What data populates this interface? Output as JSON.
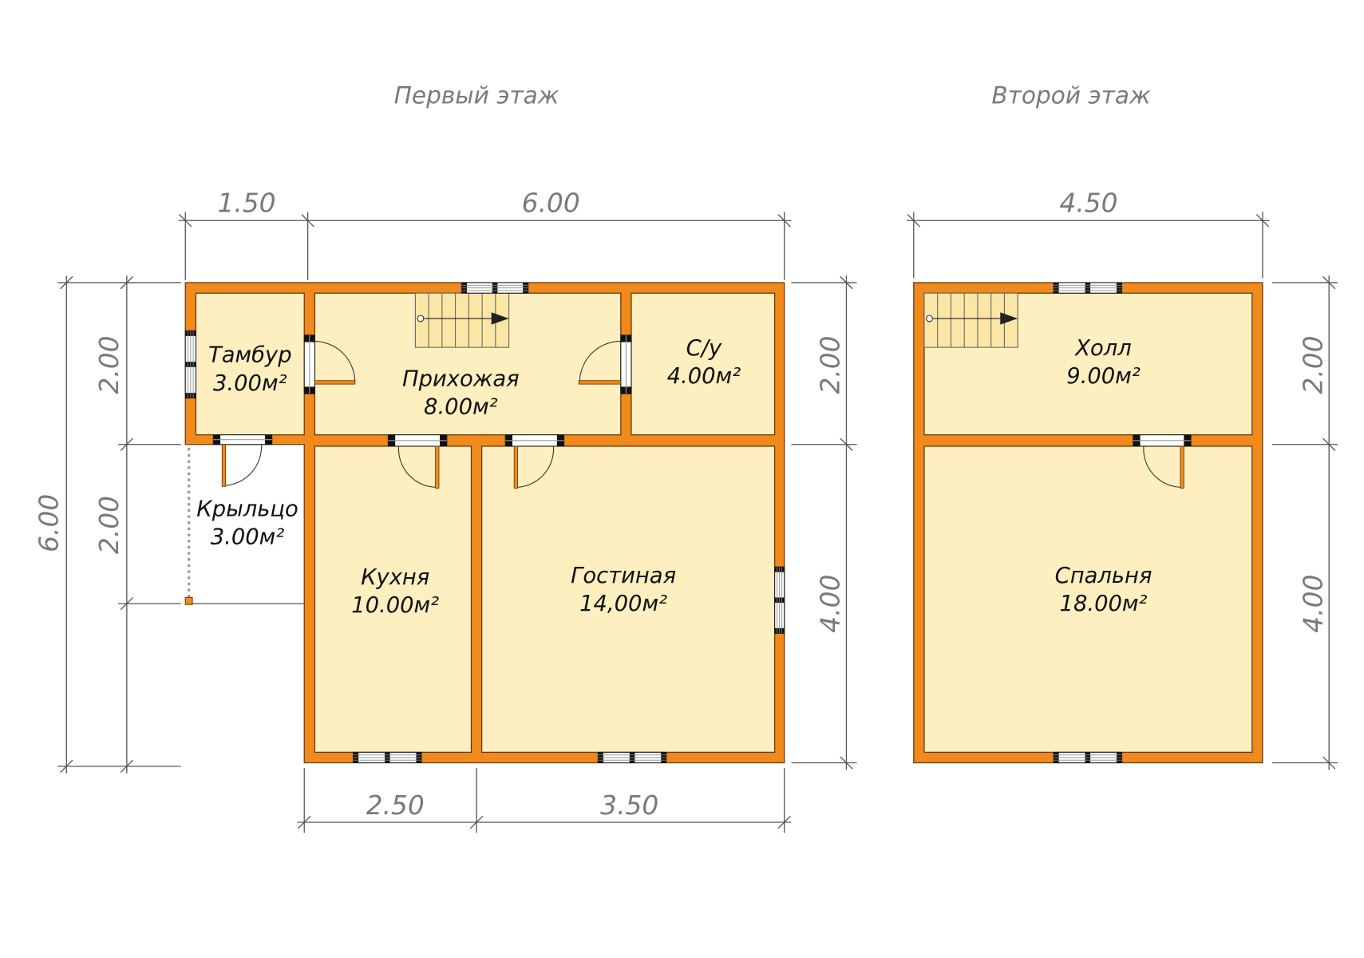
{
  "floor1": {
    "title": "Первый этаж",
    "dims": {
      "top_a": "1.50",
      "top_b": "6.00",
      "left_total": "6.00",
      "left_a": "2.00",
      "left_b": "2.00",
      "right_a": "2.00",
      "right_b": "4.00",
      "bottom_a": "2.50",
      "bottom_b": "3.50"
    },
    "rooms": [
      {
        "name": "Тамбур",
        "area": "3.00м²"
      },
      {
        "name": "Прихожая",
        "area": "8.00м²"
      },
      {
        "name": "С/у",
        "area": "4.00м²"
      },
      {
        "name": "Крыльцо",
        "area": "3.00м²"
      },
      {
        "name": "Кухня",
        "area": "10.00м²"
      },
      {
        "name": "Гостиная",
        "area": "14,00м²"
      }
    ]
  },
  "floor2": {
    "title": "Второй этаж",
    "dims": {
      "top": "4.50",
      "right_a": "2.00",
      "right_b": "4.00"
    },
    "rooms": [
      {
        "name": "Холл",
        "area": "9.00м²"
      },
      {
        "name": "Спальня",
        "area": "18.00м²"
      }
    ]
  },
  "colors": {
    "wall": "#F18A1C",
    "floor": "#FDEFBF",
    "outline": "#6A3A10",
    "dimension_text": "#7A7A7A"
  }
}
